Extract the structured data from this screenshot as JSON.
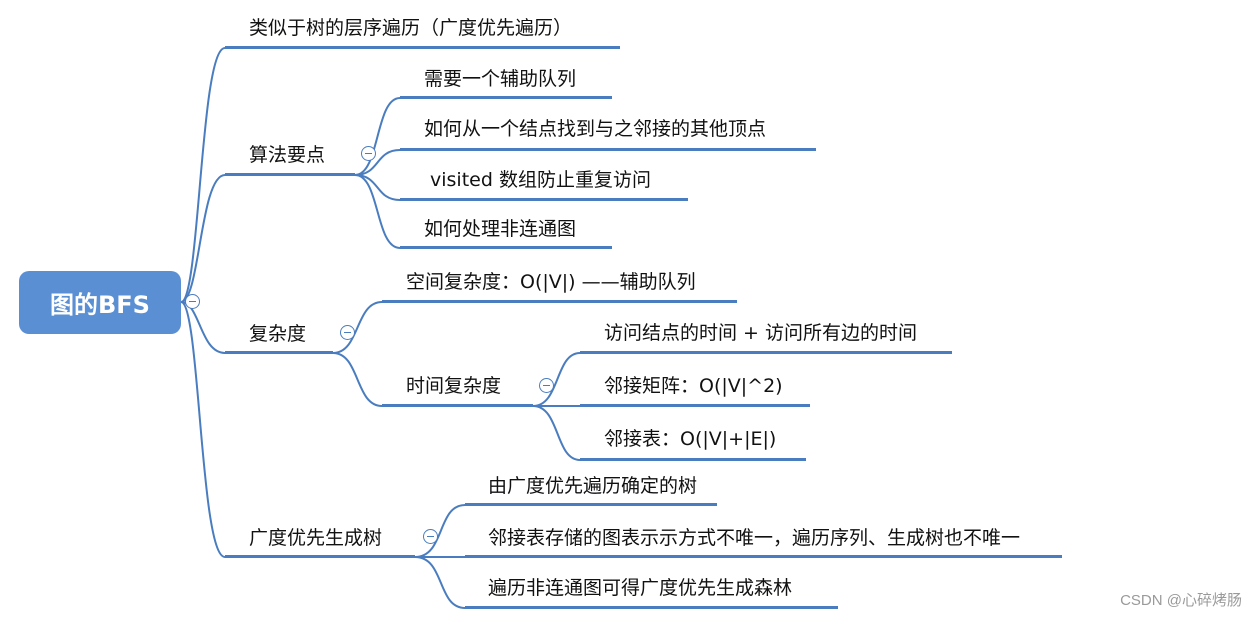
{
  "colors": {
    "branch": "#4a7dbf",
    "root_fill": "#5b8fd4",
    "text": "#111111"
  },
  "root": {
    "label": "图的BFS"
  },
  "branches": {
    "level_order": {
      "label": "类似于树的层序遍历（广度优先遍历）"
    },
    "key_points": {
      "label": "算法要点",
      "items": [
        "需要一个辅助队列",
        "如何从一个结点找到与之邻接的其他顶点",
        "visited 数组防止重复访问",
        "如何处理非连通图"
      ]
    },
    "complexity": {
      "label": "复杂度",
      "space": "空间复杂度：O(|V|) ——辅助队列",
      "time": {
        "label": "时间复杂度",
        "items": [
          "访问结点的时间 + 访问所有边的时间",
          "邻接矩阵：O(|V|^2)",
          "邻接表：O(|V|+|E|)"
        ]
      }
    },
    "spanning_tree": {
      "label": "广度优先生成树",
      "items": [
        "由广度优先遍历确定的树",
        "邻接表存储的图表示示方式不唯一，遍历序列、生成树也不唯一",
        "遍历非连通图可得广度优先生成森林"
      ]
    }
  },
  "watermark": "CSDN @心碎烤肠"
}
